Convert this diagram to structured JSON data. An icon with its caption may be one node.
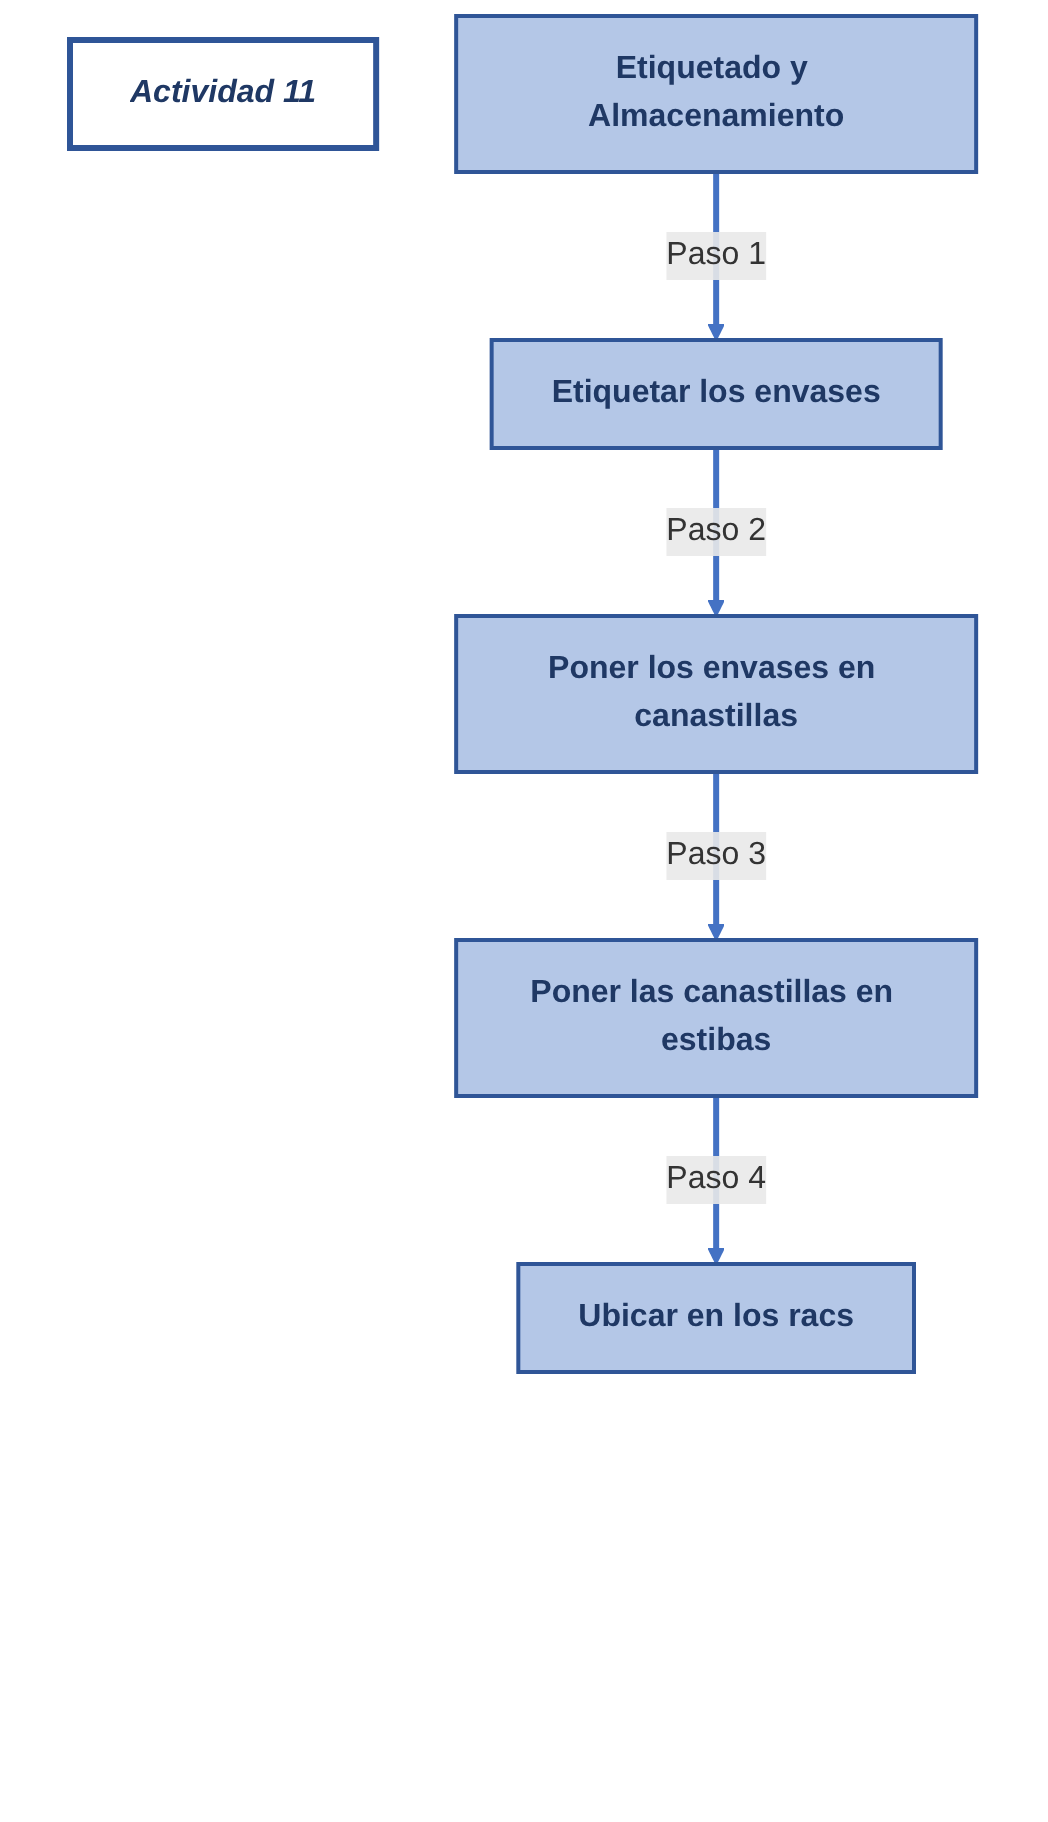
{
  "diagram": {
    "nodes": [
      {
        "text": [
          "Actividad 11"
        ]
      },
      {
        "text": [
          "Etiquetado y Almacenamiento"
        ]
      },
      {
        "text": [
          "Etiquetar los envases"
        ]
      },
      {
        "text": [
          "Poner los envases en canastillas"
        ]
      },
      {
        "text": [
          "Poner las canastillas en estibas"
        ]
      },
      {
        "text": [
          "Ubicar en los racs"
        ]
      }
    ],
    "edges": [
      {
        "from": 1,
        "to": 2,
        "arrow": "to",
        "label": "Paso 1"
      },
      {
        "from": 2,
        "to": 3,
        "arrow": "to",
        "label": "Paso 2"
      },
      {
        "from": 3,
        "to": 4,
        "arrow": "to",
        "label": "Paso 3"
      },
      {
        "from": 4,
        "to": 5,
        "arrow": "to",
        "label": "Paso 4"
      }
    ]
  }
}
